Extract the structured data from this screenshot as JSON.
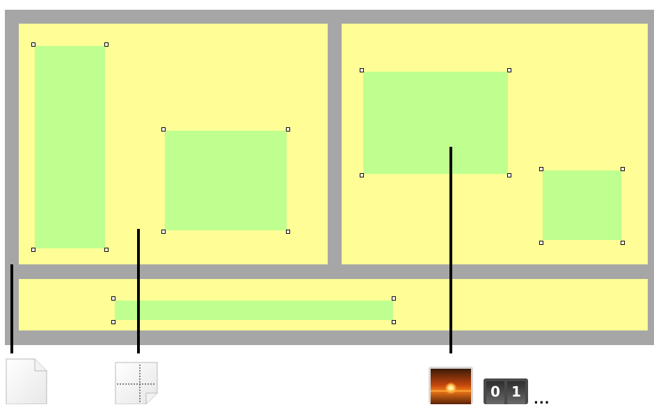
{
  "diagram": {
    "colors": {
      "frame": "#a6a6a6",
      "panel": "#fefd96",
      "item": "#bfff8f",
      "pointer": "#000000"
    },
    "panels": [
      {
        "name": "top-left-panel",
        "items": [
          "tall-box",
          "mid-box"
        ]
      },
      {
        "name": "top-right-panel",
        "items": [
          "wide-box",
          "small-box"
        ]
      },
      {
        "name": "bottom-strip-panel",
        "items": [
          "long-bar"
        ]
      }
    ]
  },
  "toolbar": {
    "icons": [
      "blank-page-icon",
      "layout-page-icon",
      "sunset-photo-icon",
      "page-number-counter-icon"
    ],
    "counter": {
      "digit_left": "0",
      "digit_right": "1"
    },
    "more_label": "..."
  }
}
